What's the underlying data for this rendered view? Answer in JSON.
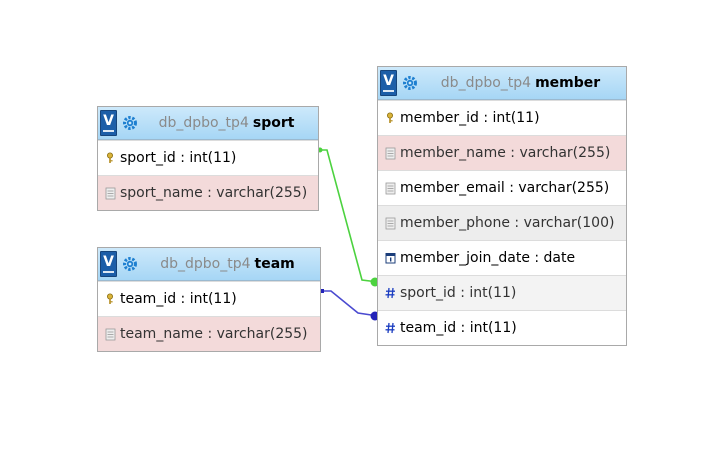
{
  "tables": {
    "sport": {
      "db": "db_dpbo_tp4",
      "name": "sport",
      "columns": [
        {
          "text": "sport_id : int(11)",
          "icon": "key-icon"
        },
        {
          "text": "sport_name : varchar(255)",
          "icon": "text-field-icon"
        }
      ]
    },
    "team": {
      "db": "db_dpbo_tp4",
      "name": "team",
      "columns": [
        {
          "text": "team_id : int(11)",
          "icon": "key-icon"
        },
        {
          "text": "team_name : varchar(255)",
          "icon": "text-field-icon"
        }
      ]
    },
    "member": {
      "db": "db_dpbo_tp4",
      "name": "member",
      "columns": [
        {
          "text": "member_id : int(11)",
          "icon": "key-icon"
        },
        {
          "text": "member_name : varchar(255)",
          "icon": "text-field-icon"
        },
        {
          "text": "member_email : varchar(255)",
          "icon": "text-field-icon"
        },
        {
          "text": "member_phone : varchar(100)",
          "icon": "text-field-icon"
        },
        {
          "text": "member_join_date : date",
          "icon": "date-icon"
        },
        {
          "text": "sport_id : int(11)",
          "icon": "hash-icon"
        },
        {
          "text": "team_id : int(11)",
          "icon": "hash-icon"
        }
      ]
    }
  },
  "links": {
    "sport_link_color": "#4cd23f",
    "team_link_color": "#2323b8"
  },
  "icons": {
    "toggle_label": "V"
  }
}
